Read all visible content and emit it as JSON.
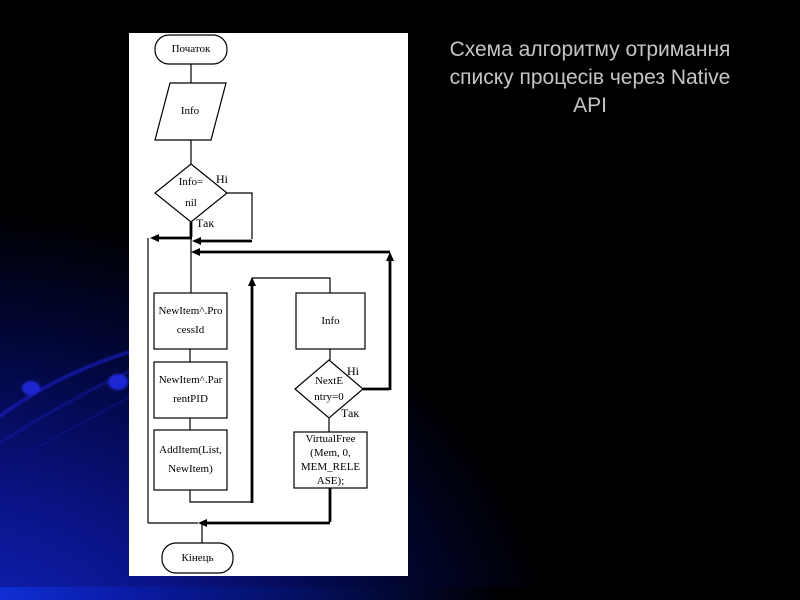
{
  "slide": {
    "title": "Схема алгоритму отримання\nсписку процесів через Native\nAPI"
  },
  "flowchart": {
    "start_label": "Початок",
    "input_label": "Info",
    "decision1_label": "Info=\nnil",
    "branch_no_1": "Ні",
    "branch_yes_1": "Так",
    "process_id_label": "NewItem^.Pro\ncessId",
    "parent_pid_label": "NewItem^.Par\nrentPID",
    "add_item_label": "AddItem(List,\nNewItem)",
    "info_fetch_label": "Info",
    "decision2_label": "NextE\nntry=0",
    "branch_no_2": "Ні",
    "branch_yes_2": "Так",
    "virtual_free_label": "VirtualFree\n(Mem, 0,\nMEM_RELE\nASE);",
    "end_label": "Кінець"
  },
  "colors": {
    "background": "#000000",
    "accent_blue": "#1326c8",
    "panel_background": "#ffffff",
    "title_text": "#c5c5c5",
    "diagram_stroke": "#000000"
  }
}
